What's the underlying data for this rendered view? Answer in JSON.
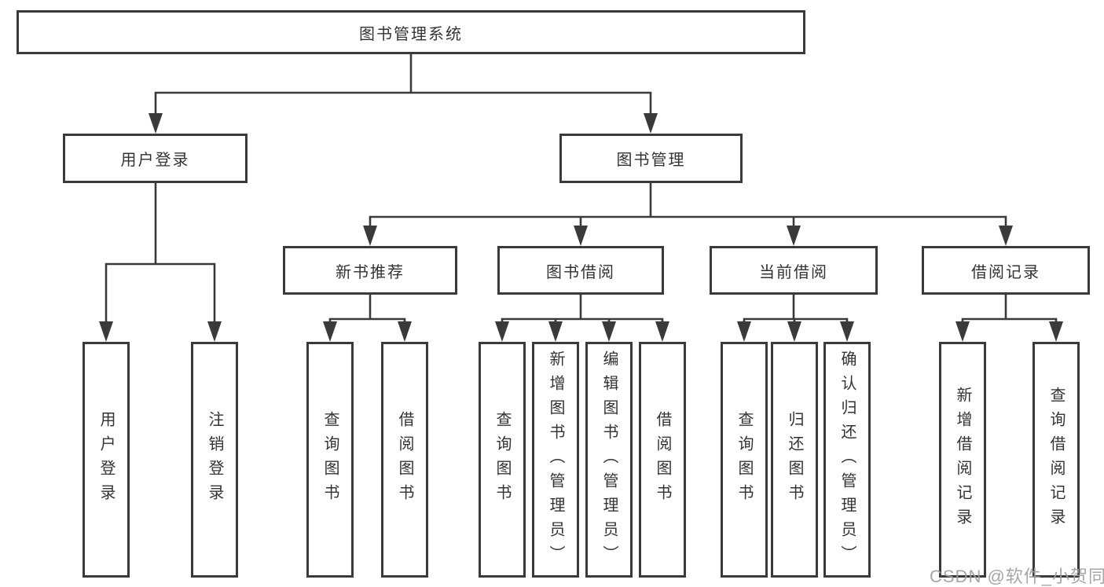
{
  "colors": {
    "line": "#3a3a3a",
    "box_border": "#3a3a3a",
    "box_fill": "#ffffff",
    "text": "#333333",
    "background": "#ffffff",
    "watermark": "#9e9e9e"
  },
  "diagram": {
    "root": {
      "label": "图书管理系统"
    },
    "branches": [
      {
        "label": "用户登录",
        "children": [
          {
            "label": "用户登录"
          },
          {
            "label": "注销登录"
          }
        ]
      },
      {
        "label": "图书管理",
        "children": [
          {
            "label": "新书推荐",
            "children": [
              {
                "label": "查询图书"
              },
              {
                "label": "借阅图书"
              }
            ]
          },
          {
            "label": "图书借阅",
            "children": [
              {
                "label": "查询图书"
              },
              {
                "label": "新增图书（管理员）"
              },
              {
                "label": "编辑图书（管理员）"
              },
              {
                "label": "借阅图书"
              }
            ]
          },
          {
            "label": "当前借阅",
            "children": [
              {
                "label": "查询图书"
              },
              {
                "label": "归还图书"
              },
              {
                "label": "确认归还（管理员）"
              }
            ]
          },
          {
            "label": "借阅记录",
            "children": [
              {
                "label": "新增借阅记录"
              },
              {
                "label": "查询借阅记录"
              }
            ]
          }
        ]
      }
    ]
  },
  "watermark": {
    "text": "CSDN @软件_小贺同学"
  }
}
